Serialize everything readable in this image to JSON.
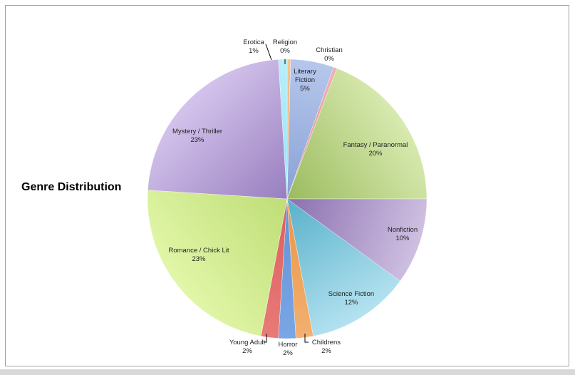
{
  "chart_data": {
    "type": "pie",
    "title": "Genre Distribution",
    "start_angle_deg": 0,
    "direction": "clockwise",
    "slices": [
      {
        "name": "Religion",
        "value": 0.4,
        "label": "0%",
        "color": "#f2a65a",
        "color2": "#f7c48e"
      },
      {
        "name": "Literary Fiction",
        "value": 5.0,
        "label": "5%",
        "color": "#7f9ad0",
        "color2": "#b6c7ec"
      },
      {
        "name": "Christian",
        "value": 0.4,
        "label": "0%",
        "color": "#e48a8a",
        "color2": "#f0b0b0"
      },
      {
        "name": "Fantasy / Paranormal",
        "value": 19.2,
        "label": "20%",
        "color": "#8fb24e",
        "color2": "#d8eab0"
      },
      {
        "name": "Nonfiction",
        "value": 10.0,
        "label": "10%",
        "color": "#7d5fa6",
        "color2": "#cfc0e2"
      },
      {
        "name": "Science Fiction",
        "value": 12.0,
        "label": "12%",
        "color": "#45a7c2",
        "color2": "#b4e2f0"
      },
      {
        "name": "Childrens",
        "value": 2.0,
        "label": "2%",
        "color": "#e8903e",
        "color2": "#f3b070"
      },
      {
        "name": "Horror",
        "value": 2.0,
        "label": "2%",
        "color": "#5c8ed6",
        "color2": "#7aa6e4"
      },
      {
        "name": "Young Adult",
        "value": 2.0,
        "label": "2%",
        "color": "#d85a58",
        "color2": "#e87a78"
      },
      {
        "name": "Romance / Chick Lit",
        "value": 23.0,
        "label": "23%",
        "color": "#b7d96c",
        "color2": "#e2f6a8"
      },
      {
        "name": "Mystery / Thriller",
        "value": 23.0,
        "label": "23%",
        "color": "#8c70b6",
        "color2": "#d4c4ec"
      },
      {
        "name": "Erotica",
        "value": 1.0,
        "label": "1%",
        "color": "#8fe0f2",
        "color2": "#b8eefa"
      }
    ]
  }
}
